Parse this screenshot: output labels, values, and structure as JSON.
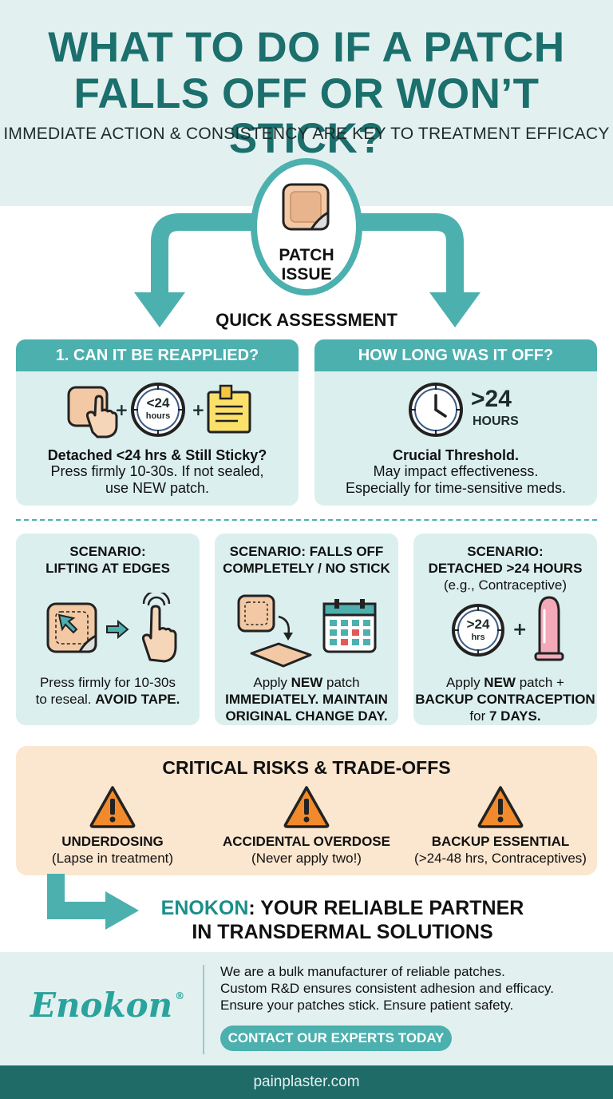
{
  "header": {
    "title_line1": "WHAT TO DO IF A PATCH",
    "title_line2": "FALLS OFF OR WON’T STICK?",
    "subtitle": "IMMEDIATE ACTION & CONSISTENCY ARE KEY TO TREATMENT EFFICACY"
  },
  "flow": {
    "center_label_line1": "PATCH",
    "center_label_line2": "ISSUE",
    "assessment_label": "QUICK ASSESSMENT"
  },
  "cards": {
    "reapply": {
      "header": "1. CAN IT BE REAPPLIED?",
      "clock_value": "<24",
      "clock_unit": "hours",
      "title": "Detached <24 hrs & Still Sticky?",
      "text_line1": "Press firmly 10-30s. If not sealed,",
      "text_line2": "use NEW patch."
    },
    "duration": {
      "header": "HOW LONG WAS IT OFF?",
      "threshold_value": ">24",
      "threshold_unit": "HOURS",
      "title": "Crucial Threshold.",
      "text_line1": "May impact effectiveness.",
      "text_line2": "Especially for time-sensitive meds."
    }
  },
  "scenarios": [
    {
      "heading_line1": "SCENARIO:",
      "heading_line2": "LIFTING AT EDGES",
      "body_line1_plain": "Press firmly for 10-30s",
      "body_line2_plain": "to reseal. ",
      "body_line2_bold": "AVOID TAPE."
    },
    {
      "heading_line1": "SCENARIO: FALLS OFF",
      "heading_line2": "COMPLETELY / NO STICK",
      "body_line1_plain": "Apply ",
      "body_line1_bold": "NEW",
      "body_line1_tail": " patch",
      "body_line2_bold": "IMMEDIATELY. MAINTAIN",
      "body_line3_bold": "ORIGINAL CHANGE DAY."
    },
    {
      "heading_line1": "SCENARIO:",
      "heading_line2": "DETACHED >24 HOURS",
      "heading_line3": "(e.g., Contraceptive)",
      "clock_value": ">24",
      "clock_unit": "hrs",
      "body_line1_plain": "Apply ",
      "body_line1_bold": "NEW",
      "body_line1_tail": " patch +",
      "body_line2_bold": "BACKUP CONTRACEPTION",
      "body_line3_plain": "for ",
      "body_line3_bold": "7 DAYS."
    }
  ],
  "risks": {
    "heading": "CRITICAL RISKS & TRADE-OFFS",
    "items": [
      {
        "title": "UNDERDOSING",
        "sub": "(Lapse in treatment)"
      },
      {
        "title": "ACCIDENTAL OVERDOSE",
        "sub": "(Never apply two!)"
      },
      {
        "title": "BACKUP ESSENTIAL",
        "sub": "(>24-48 hrs, Contraceptives)"
      }
    ]
  },
  "partner": {
    "brand": "ENOKON",
    "line1_tail": ": YOUR RELIABLE PARTNER",
    "line2": "IN TRANSDERMAL SOLUTIONS"
  },
  "footer": {
    "logo": "Enokon",
    "logo_mark": "®",
    "line1": "We are a bulk manufacturer of reliable patches.",
    "line2": "Custom R&D ensures consistent adhesion and efficacy.",
    "line3": "Ensure your patches stick. Ensure patient safety.",
    "cta": "CONTACT OUR EXPERTS TODAY",
    "website": "painplaster.com"
  },
  "colors": {
    "teal": "#4cb0ae",
    "dark_teal": "#1b6f6c",
    "light_teal_bg": "#dcefef",
    "peach": "#fbe6cf",
    "warning_orange": "#f08a2c"
  }
}
